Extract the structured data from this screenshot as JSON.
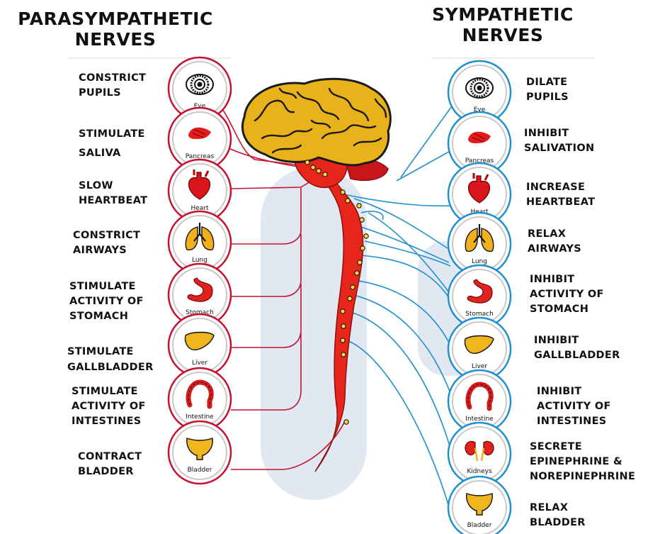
{
  "left_title": "PARASYMPATHETIC\nNERVES",
  "right_title": "SYMPATHETIC\nNERVES",
  "parasympathetic": [
    {
      "organ": "Eye",
      "action": "CONSTRICT\nPUPILS"
    },
    {
      "organ": "Pancreas",
      "action": "STIMULATE\nSALIVA"
    },
    {
      "organ": "Heart",
      "action": "SLOW\nHEARTBEAT"
    },
    {
      "organ": "Lung",
      "action": "CONSTRICT\nAIRWAYS"
    },
    {
      "organ": "Stomach",
      "action": "STIMULATE\nACTIVITY OF\nSTOMACH"
    },
    {
      "organ": "Liver",
      "action": "STIMULATE\nGALLBLADDER"
    },
    {
      "organ": "Intestine",
      "action": "STIMULATE\nACTIVITY OF\nINTESTINES"
    },
    {
      "organ": "Bladder",
      "action": "CONTRACT\nBLADDER"
    }
  ],
  "sympathetic": [
    {
      "organ": "Eye",
      "action": "DILATE\nPUPILS"
    },
    {
      "organ": "Pancreas",
      "action": "INHIBIT\nSALIVATION"
    },
    {
      "organ": "Heart",
      "action": "INCREASE\nHEARTBEAT"
    },
    {
      "organ": "Lung",
      "action": "RELAX\nAIRWAYS"
    },
    {
      "organ": "Stomach",
      "action": "INHIBIT\nACTIVITY OF\nSTOMACH"
    },
    {
      "organ": "Liver",
      "action": "INHIBIT\nGALLBLADDER"
    },
    {
      "organ": "Intestine",
      "action": "INHIBIT\nACTIVITY OF\nINTESTINES"
    },
    {
      "organ": "Kidneys",
      "action": "SECRETE\nEPINEPHRINE &\nNOREPINEPHRINE"
    },
    {
      "organ": "Bladder",
      "action": "RELAX\nBLADDER"
    }
  ],
  "colors": {
    "parasympathetic": "#c8102e",
    "sympathetic": "#1e8fd0",
    "brain": "#e9b21a",
    "spine": "#e8251b",
    "watermark": "#c9d6e6"
  }
}
